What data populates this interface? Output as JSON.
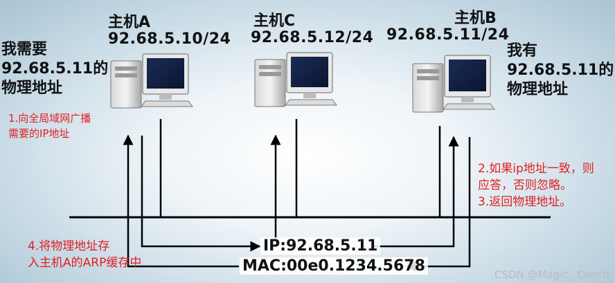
{
  "hosts": {
    "a": {
      "name": "主机A",
      "ip": "92.68.5.10/24"
    },
    "c": {
      "name": "主机C",
      "ip": "92.68.5.12/24"
    },
    "b": {
      "name": "主机B",
      "ip": "92.68.5.11/24"
    }
  },
  "left_text": {
    "l1": "我需要",
    "l2": "92.68.5.11的",
    "l3": "物理地址"
  },
  "right_text": {
    "l1": "我有",
    "l2": "92.68.5.11的",
    "l3": "物理地址"
  },
  "notes": {
    "n1": {
      "l1": "1.向全局域网广播",
      "l2": "需要的IP地址"
    },
    "n2": {
      "l1": "2.如果ip地址一致，则",
      "l2": "应答，否则忽略。",
      "l3": "3.返回物理地址。"
    },
    "n4": {
      "l1": "4.将物理地址存",
      "l2": "入主机A的ARP缓存中"
    }
  },
  "packets": {
    "ip": "IP:92.68.5.11",
    "mac": "MAC:00e0.1234.5678"
  },
  "watermark": "CSDN @Magic_ Conch",
  "colors": {
    "arrow": "#000000",
    "note": "#e02020",
    "bus": "#000000"
  }
}
